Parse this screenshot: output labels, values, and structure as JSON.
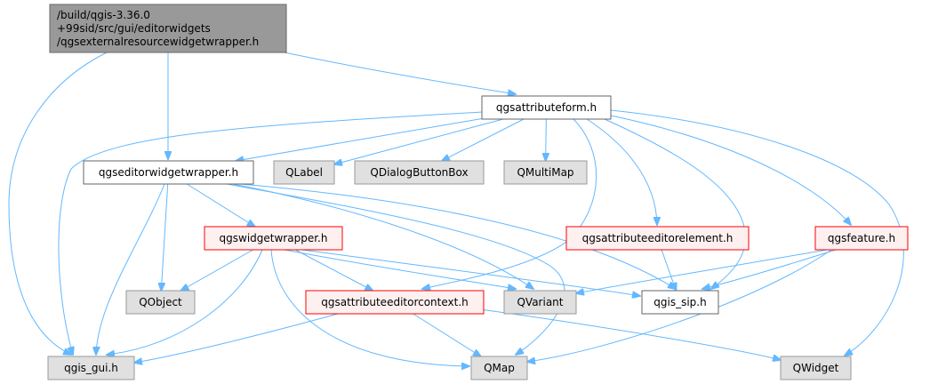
{
  "graph": {
    "colors": {
      "edge": "#63b8ff",
      "root_fill": "#999999",
      "root_stroke": "#666666",
      "plain_fill": "#ffffff",
      "plain_stroke": "#666666",
      "system_fill": "#e0e0e0",
      "system_stroke": "#999999",
      "truncated_fill": "#fff0f0",
      "truncated_stroke": "#ff0000"
    },
    "nodes": {
      "root": {
        "lines": [
          "/build/qgis-3.36.0",
          "+99sid/src/gui/editorwidgets",
          "/qgsexternalresourcewidgetwrapper.h"
        ],
        "style": "root"
      },
      "attributeform": {
        "lines": [
          "qgsattributeform.h"
        ],
        "style": "plain"
      },
      "editorwidgetwrapper": {
        "lines": [
          "qgseditorwidgetwrapper.h"
        ],
        "style": "plain"
      },
      "qlabel": {
        "lines": [
          "QLabel"
        ],
        "style": "system"
      },
      "qdialogbuttonbox": {
        "lines": [
          "QDialogButtonBox"
        ],
        "style": "system"
      },
      "qmultimap": {
        "lines": [
          "QMultiMap"
        ],
        "style": "system"
      },
      "widgetwrapper": {
        "lines": [
          "qgswidgetwrapper.h"
        ],
        "style": "truncated"
      },
      "attributeeditorelement": {
        "lines": [
          "qgsattributeeditorelement.h"
        ],
        "style": "truncated"
      },
      "feature": {
        "lines": [
          "qgsfeature.h"
        ],
        "style": "truncated"
      },
      "qobject": {
        "lines": [
          "QObject"
        ],
        "style": "system"
      },
      "attributeeditorcontext": {
        "lines": [
          "qgsattributeeditorcontext.h"
        ],
        "style": "truncated"
      },
      "qvariant": {
        "lines": [
          "QVariant"
        ],
        "style": "system"
      },
      "qgis_sip": {
        "lines": [
          "qgis_sip.h"
        ],
        "style": "plain"
      },
      "qgis_gui": {
        "lines": [
          "qgis_gui.h"
        ],
        "style": "system"
      },
      "qmap": {
        "lines": [
          "QMap"
        ],
        "style": "system"
      },
      "qwidget": {
        "lines": [
          "QWidget"
        ],
        "style": "system"
      }
    },
    "edges": [
      [
        "root",
        "attributeform"
      ],
      [
        "root",
        "editorwidgetwrapper"
      ],
      [
        "root",
        "qgis_gui"
      ],
      [
        "attributeform",
        "editorwidgetwrapper"
      ],
      [
        "attributeform",
        "qlabel"
      ],
      [
        "attributeform",
        "qdialogbuttonbox"
      ],
      [
        "attributeform",
        "qmultimap"
      ],
      [
        "attributeform",
        "attributeeditorelement"
      ],
      [
        "attributeform",
        "feature"
      ],
      [
        "attributeform",
        "attributeeditorcontext"
      ],
      [
        "attributeform",
        "qgis_sip"
      ],
      [
        "attributeform",
        "qgis_gui"
      ],
      [
        "attributeform",
        "qwidget"
      ],
      [
        "editorwidgetwrapper",
        "widgetwrapper"
      ],
      [
        "editorwidgetwrapper",
        "qobject"
      ],
      [
        "editorwidgetwrapper",
        "qgis_gui"
      ],
      [
        "editorwidgetwrapper",
        "qvariant"
      ],
      [
        "editorwidgetwrapper",
        "qgis_sip"
      ],
      [
        "editorwidgetwrapper",
        "qmap"
      ],
      [
        "widgetwrapper",
        "qobject"
      ],
      [
        "widgetwrapper",
        "attributeeditorcontext"
      ],
      [
        "widgetwrapper",
        "qvariant"
      ],
      [
        "widgetwrapper",
        "qgis_sip"
      ],
      [
        "widgetwrapper",
        "qgis_gui"
      ],
      [
        "widgetwrapper",
        "qmap"
      ],
      [
        "attributeeditorelement",
        "qgis_sip"
      ],
      [
        "feature",
        "qvariant"
      ],
      [
        "feature",
        "qgis_sip"
      ],
      [
        "feature",
        "qmap"
      ],
      [
        "attributeeditorcontext",
        "qgis_gui"
      ],
      [
        "attributeeditorcontext",
        "qmap"
      ],
      [
        "attributeeditorcontext",
        "qwidget"
      ]
    ]
  }
}
